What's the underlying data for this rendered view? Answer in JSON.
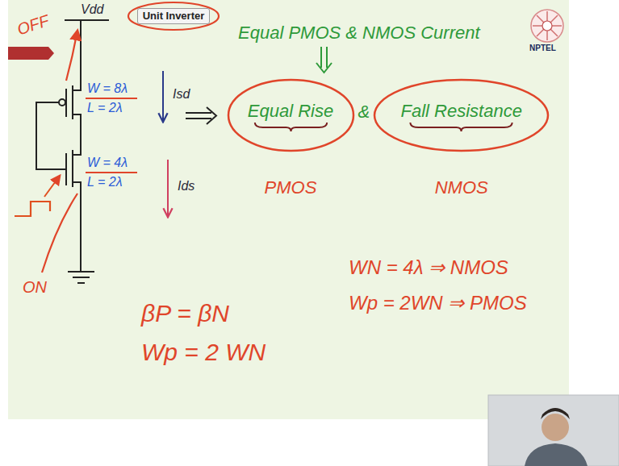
{
  "diagram": {
    "title": "Unit Inverter",
    "nodes": [
      {
        "text": [
          "Equal Rise"
        ]
      },
      {
        "text": [
          "Fall Resistance"
        ]
      }
    ],
    "labels": [
      "NPTEL",
      "Vdd",
      "OFF",
      "W = 8λ",
      "L = 2λ",
      "Isd",
      "W = 4λ",
      "L = 2λ",
      "Ids",
      "ON",
      "Equal PMOS & NMOS Current",
      "&",
      "PMOS",
      "NMOS",
      "βP = βN",
      "Wp = 2 WN",
      "WN = 4λ ⇒ NMOS",
      "Wp = 2WN ⇒ PMOS"
    ]
  }
}
